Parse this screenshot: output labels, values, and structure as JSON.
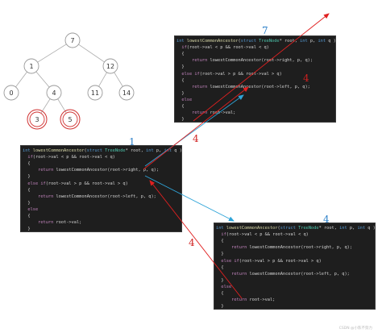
{
  "tree": {
    "nodes": [
      {
        "id": "n7",
        "label": "7",
        "highlighted": false
      },
      {
        "id": "n1",
        "label": "1",
        "highlighted": false
      },
      {
        "id": "n12",
        "label": "12",
        "highlighted": false
      },
      {
        "id": "n0",
        "label": "0",
        "highlighted": false
      },
      {
        "id": "n4",
        "label": "4",
        "highlighted": false
      },
      {
        "id": "n11",
        "label": "11",
        "highlighted": false
      },
      {
        "id": "n14",
        "label": "14",
        "highlighted": false
      },
      {
        "id": "n3",
        "label": "3",
        "highlighted": true
      },
      {
        "id": "n5",
        "label": "5",
        "highlighted": true
      }
    ],
    "edges": [
      [
        "n7",
        "n1"
      ],
      [
        "n7",
        "n12"
      ],
      [
        "n1",
        "n0"
      ],
      [
        "n1",
        "n4"
      ],
      [
        "n12",
        "n11"
      ],
      [
        "n12",
        "n14"
      ],
      [
        "n4",
        "n3"
      ],
      [
        "n4",
        "n5"
      ]
    ]
  },
  "code_lines": [
    [
      [
        "kw",
        "int "
      ],
      [
        "fn",
        "lowestCommonAncestor"
      ],
      [
        "plain",
        "("
      ],
      [
        "kw",
        "struct "
      ],
      [
        "ty",
        "TreeNode"
      ],
      [
        "plain",
        "* root, "
      ],
      [
        "kw",
        "int "
      ],
      [
        "plain",
        "p, "
      ],
      [
        "kw",
        "int "
      ],
      [
        "plain",
        "q )"
      ]
    ],
    [
      [
        "plain",
        "  "
      ],
      [
        "cmp",
        "if"
      ],
      [
        "plain",
        "(root->val < p && root->val < q)"
      ]
    ],
    [
      [
        "plain",
        "  {"
      ]
    ],
    [
      [
        "plain",
        "      "
      ],
      [
        "ret",
        "return "
      ],
      [
        "plain",
        "lowestCommonAncestor(root->right, p, q);"
      ]
    ],
    [
      [
        "plain",
        "  }"
      ]
    ],
    [
      [
        "plain",
        "  "
      ],
      [
        "cmp",
        "else if"
      ],
      [
        "plain",
        "(root->val > p && root->val > q)"
      ]
    ],
    [
      [
        "plain",
        "  {"
      ]
    ],
    [
      [
        "plain",
        "      "
      ],
      [
        "ret",
        "return "
      ],
      [
        "plain",
        "lowestCommonAncestor(root->left, p, q);"
      ]
    ],
    [
      [
        "plain",
        "  }"
      ]
    ],
    [
      [
        "plain",
        "  "
      ],
      [
        "cmp",
        "else"
      ]
    ],
    [
      [
        "plain",
        "  {"
      ]
    ],
    [
      [
        "plain",
        "      "
      ],
      [
        "ret",
        "return "
      ],
      [
        "plain",
        "root->val;"
      ]
    ],
    [
      [
        "plain",
        "  }"
      ]
    ]
  ],
  "panels": [
    {
      "id": "panel-1",
      "call_label": "1"
    },
    {
      "id": "panel-7",
      "call_label": "7"
    },
    {
      "id": "panel-4",
      "call_label": "4"
    }
  ],
  "return_labels": [
    "4",
    "4",
    "4"
  ],
  "colors": {
    "call_arrow": "#2fa4d8",
    "return_arrow": "#e02020",
    "highlight_ring": "#d03030",
    "node_stroke": "#999999",
    "label_blue": "#2a7fc8",
    "label_red": "#d02020"
  },
  "watermark": "CSDN @小陈不努力"
}
